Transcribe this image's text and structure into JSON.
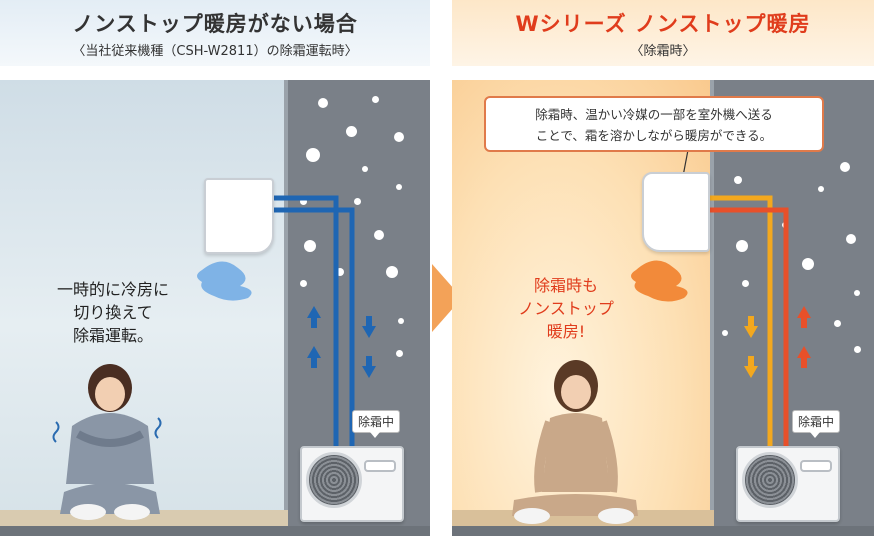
{
  "left": {
    "title": "ノンストップ暖房がない場合",
    "subtitle": "〈当社従来機種（CSH-W2811）の除霜運転時〉",
    "caption_lines": [
      "一時的に冷房に",
      "切り換えて",
      "除霜運転。"
    ],
    "defrost_tag": "除霜中",
    "pipe_color": "#1f66b3"
  },
  "right": {
    "title": "Wシリーズ ノンストップ暖房",
    "subtitle": "〈除霜時〉",
    "note_lines": [
      "除霜時、温かい冷媒の一部を室外機へ送る",
      "ことで、霜を溶かしながら暖房ができる。"
    ],
    "caption_lines": [
      "除霜時も",
      "ノンストップ",
      "暖房!"
    ],
    "defrost_tag": "除霜中",
    "pipe_hot_color": "#e8502a",
    "pipe_warm_color": "#f3a81e"
  },
  "accent_title_color": "#e03c1c",
  "transition_arrow_color": "#f3a258"
}
